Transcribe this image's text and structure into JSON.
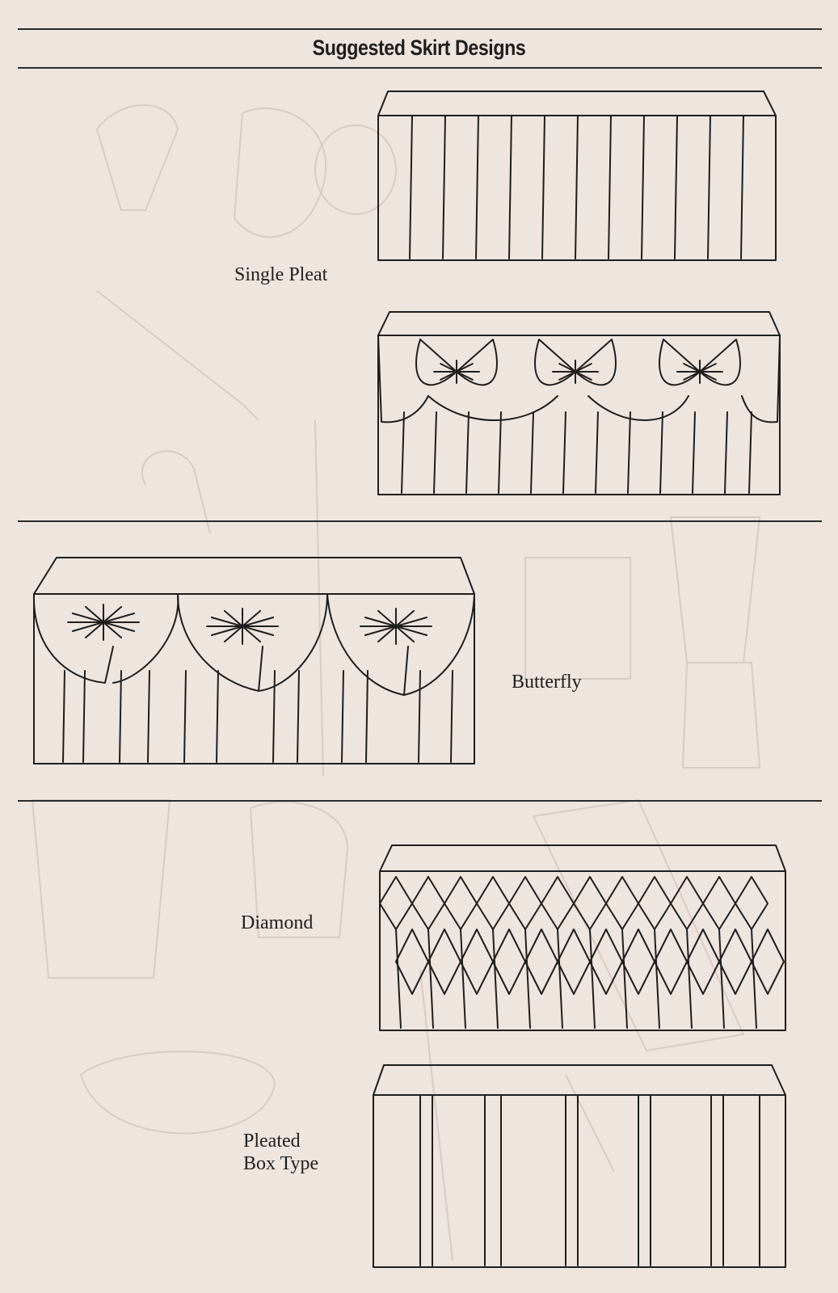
{
  "page": {
    "title": "Suggested Skirt Designs",
    "background_color": "#eee5df",
    "line_color": "#1e1e1e"
  },
  "designs": [
    {
      "label": "Single Pleat",
      "illustration": "single-pleat-skirt"
    },
    {
      "label": "",
      "illustration": "bow-swag-skirt"
    },
    {
      "label": "Butterfly",
      "illustration": "butterfly-skirt"
    },
    {
      "label": "Diamond",
      "illustration": "diamond-skirt"
    },
    {
      "label_line1": "Pleated",
      "label_line2": "Box Type",
      "illustration": "box-pleat-skirt"
    }
  ]
}
